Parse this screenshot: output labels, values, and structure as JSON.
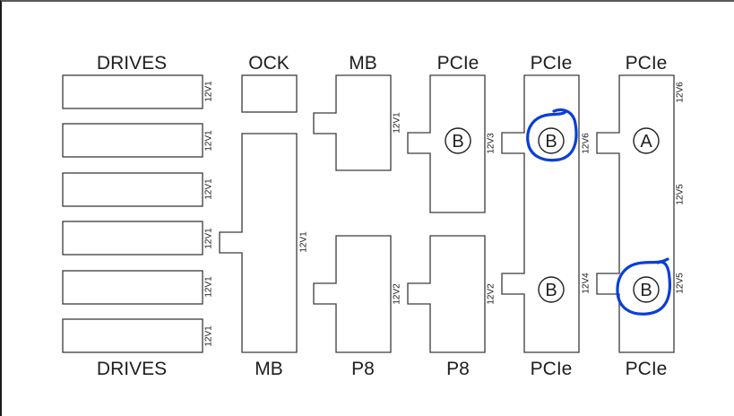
{
  "diagram": {
    "top_headings": [
      "DRIVES",
      "OCK",
      "MB",
      "PCIe",
      "PCIe",
      "PCIe"
    ],
    "bottom_headings": [
      "DRIVES",
      "MB",
      "P8",
      "P8",
      "PCIe",
      "PCIe"
    ],
    "drives": {
      "count": 6,
      "rail_labels": [
        "12V1",
        "12V1",
        "12V1",
        "12V1",
        "12V1",
        "12V1"
      ]
    },
    "ock_slot": {
      "label": "OCK"
    },
    "mb_long": {
      "rail_label": "12V1"
    },
    "mb_top": {
      "rail_label": "12V1"
    },
    "p8_left": {
      "rail_label": "12V2"
    },
    "pcie_col4_top": {
      "rail_label": "12V3",
      "badge": "B"
    },
    "p8_right": {
      "rail_label": "12V2"
    },
    "pcie_col5": {
      "rail_label_top": "12V6",
      "rail_label_bottom": "12V4",
      "badge_top": "B",
      "badge_bottom": "B",
      "badge_top_circled": true
    },
    "pcie_col6": {
      "rail_label_top": "12V6",
      "rail_label_mid": "12V5",
      "rail_label_bottom": "12V5",
      "badge_top": "A",
      "badge_bottom": "B",
      "badge_bottom_circled": true
    },
    "annotation_color": "#0a3fd6"
  }
}
